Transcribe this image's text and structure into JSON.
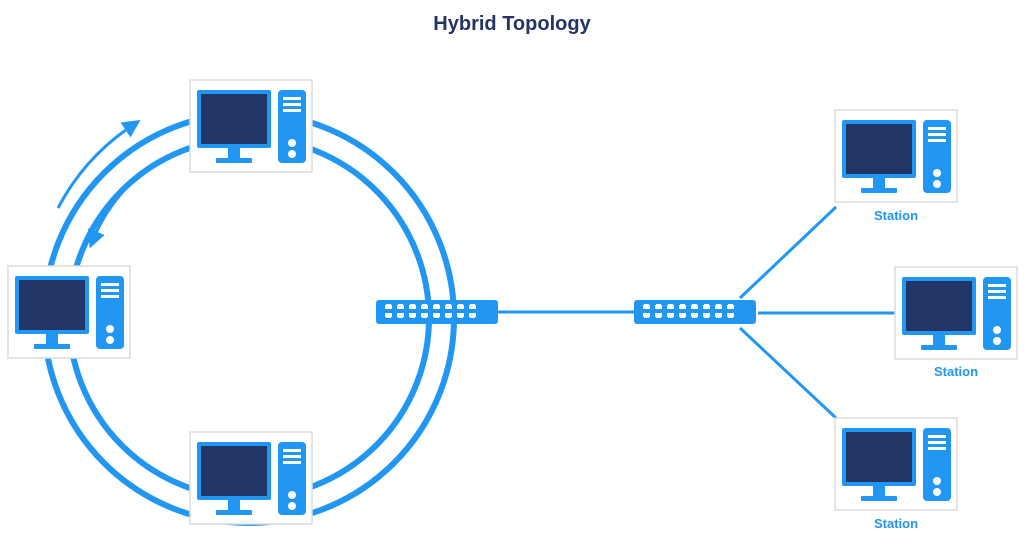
{
  "title": "Hybrid Topology",
  "colors": {
    "accent": "#2196f3",
    "monitor_screen": "#233466",
    "title": "#233466",
    "node_border": "#dcdcdc"
  },
  "ring": {
    "nodes": [
      {
        "id": "ring-top",
        "label": ""
      },
      {
        "id": "ring-left",
        "label": ""
      },
      {
        "id": "ring-bottom",
        "label": ""
      }
    ],
    "switch": {
      "id": "ring-switch",
      "icon": "network-switch-icon"
    }
  },
  "star": {
    "switch": {
      "id": "star-switch",
      "icon": "network-switch-icon"
    },
    "stations": [
      {
        "id": "station-top",
        "label": "Station"
      },
      {
        "id": "station-middle",
        "label": "Station"
      },
      {
        "id": "station-bottom",
        "label": "Station"
      }
    ]
  },
  "links": [
    {
      "from": "ring-switch",
      "to": "star-switch"
    },
    {
      "from": "star-switch",
      "to": "station-top"
    },
    {
      "from": "star-switch",
      "to": "station-middle"
    },
    {
      "from": "star-switch",
      "to": "station-bottom"
    }
  ]
}
